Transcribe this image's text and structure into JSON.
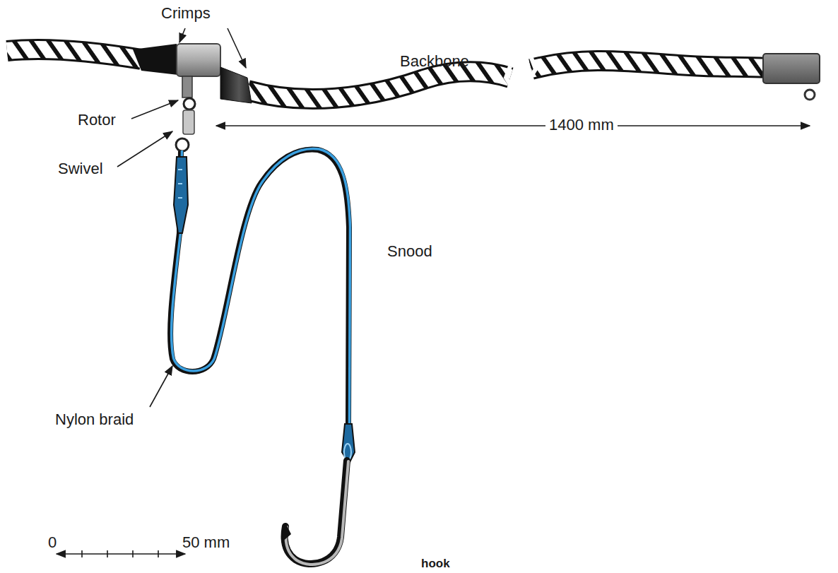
{
  "diagram": {
    "labels": [
      "Crimps",
      "Backbone",
      "Rotor",
      "Swivel",
      "1400 mm",
      "Snood",
      "Nylon braid",
      "0",
      "50 mm",
      "hook"
    ]
  }
}
